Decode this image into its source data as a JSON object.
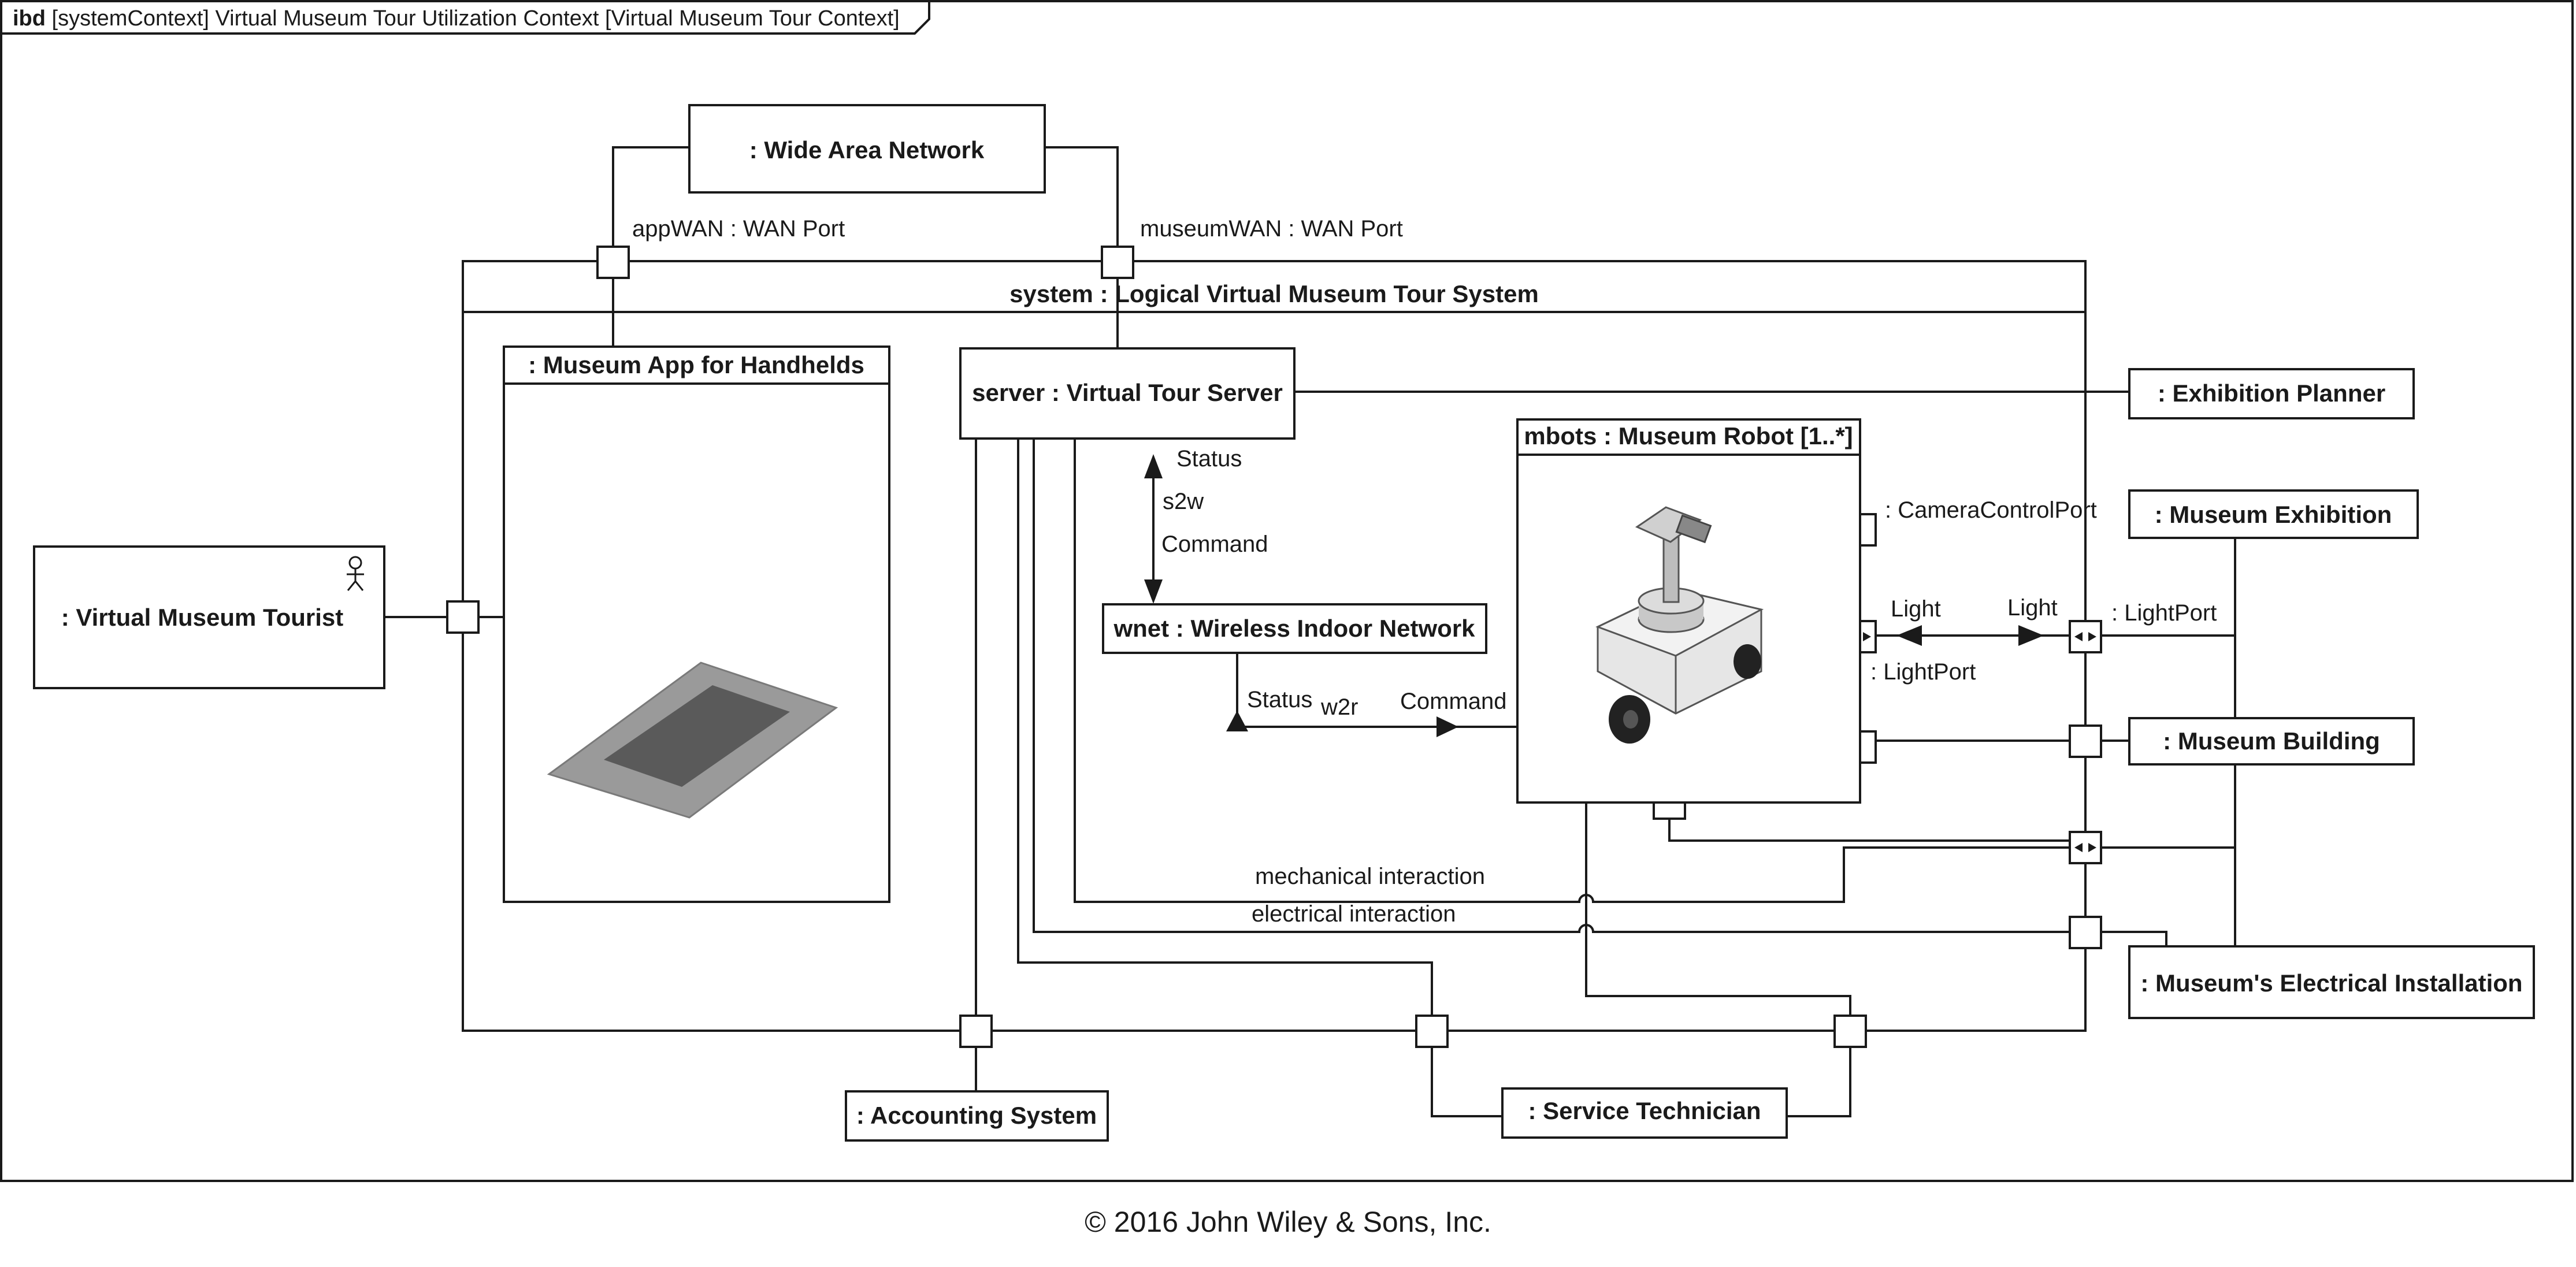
{
  "frame": {
    "kind": "ibd",
    "header": "[systemContext] Virtual Museum Tour Utilization Context [Virtual Museum Tour Context]"
  },
  "system_title": "system : Logical Virtual Museum Tour System",
  "blocks": {
    "wan": ": Wide Area Network",
    "app": ": Museum App for Handhelds",
    "server": "server : Virtual Tour Server",
    "wnet": "wnet : Wireless Indoor Network",
    "mbots": "mbots : Museum Robot [1..*]",
    "tourist": ": Virtual Museum Tourist",
    "planner": ": Exhibition Planner",
    "exhibition": ": Museum Exhibition",
    "building": ": Museum Building",
    "electrical": ": Museum's Electrical Installation",
    "accounting": ": Accounting System",
    "technician": ": Service Technician"
  },
  "labels": {
    "appwan": "appWAN : WAN Port",
    "museumwan": "museumWAN : WAN Port",
    "status1": "Status",
    "s2w": "s2w",
    "command1": "Command",
    "status2": "Status",
    "w2r": "w2r",
    "command2": "Command",
    "camera_port": ": CameraControlPort",
    "light_left": "Light",
    "light_right": "Light",
    "lightport_inner": ": LightPort",
    "lightport_outer": ": LightPort",
    "mechanical": "mechanical interaction",
    "electrical_int": "electrical interaction"
  },
  "icons": {
    "actor": "stick-figure-actor-icon",
    "tablet": "handheld-tablet-image",
    "robot": "museum-robot-image"
  },
  "colors": {
    "line": "#1a1a1a",
    "background": "#ffffff",
    "tablet_frame": "#9a9a9a",
    "tablet_screen": "#5a5a5a"
  },
  "copyright": "© 2016 John Wiley & Sons, Inc."
}
